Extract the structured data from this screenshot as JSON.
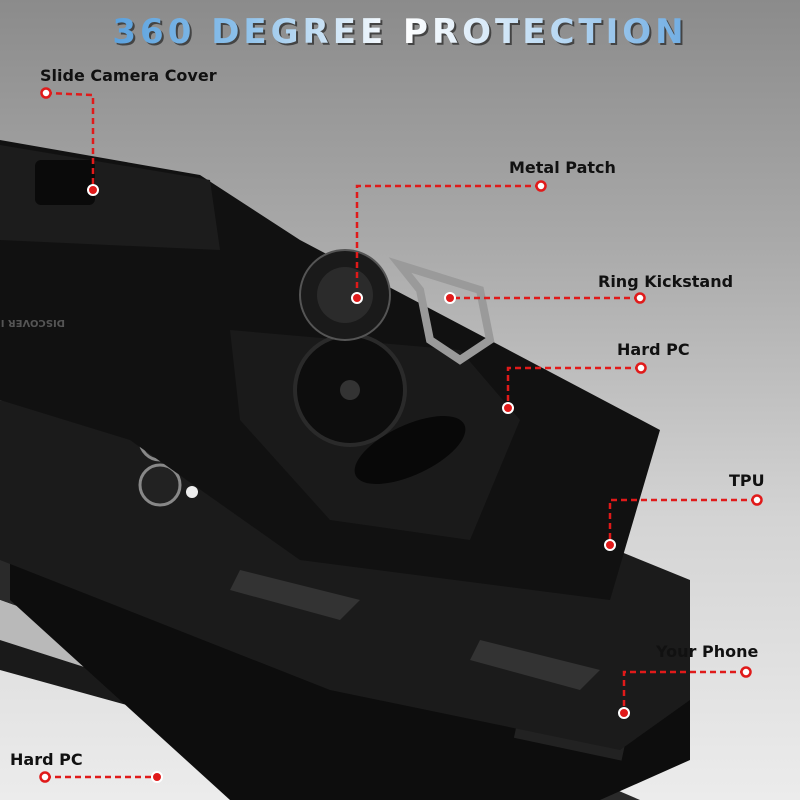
{
  "title": "360 DEGREE PROTECTION",
  "callouts": [
    {
      "label": "Slide Camera Cover"
    },
    {
      "label": "Metal Patch"
    },
    {
      "label": "Ring Kickstand"
    },
    {
      "label": "Hard PC"
    },
    {
      "label": "TPU"
    },
    {
      "label": "Your Phone"
    },
    {
      "label": "Hard PC"
    }
  ],
  "case_embossed_text": "DISCOVER INNOVATION",
  "colors": {
    "callout_line": "#e01a1a",
    "title_blue": "#2f86d4",
    "case": "#151515"
  }
}
